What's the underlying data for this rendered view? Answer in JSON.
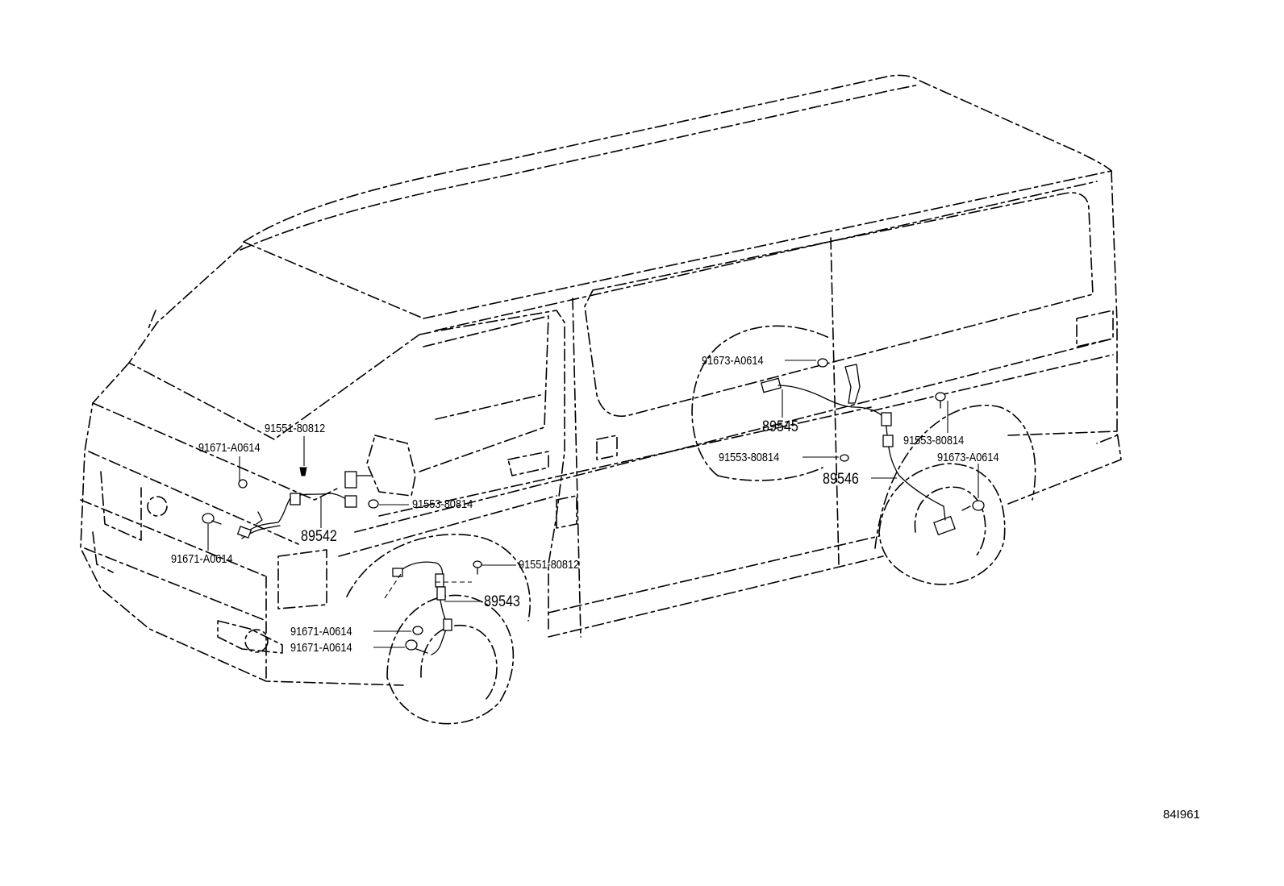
{
  "labels": {
    "l_91671_a": "91671-A0614",
    "l_91551_a": "91551-80812",
    "l_89542": "89542",
    "l_91553_a": "91553-80814",
    "l_91671_b": "91671-A0614",
    "l_91551_b": "91551-80812",
    "l_89543": "89543",
    "l_91671_c": "91671-A0614",
    "l_91671_d": "91671-A0614",
    "l_91673_a": "91673-A0614",
    "l_89545": "89545",
    "l_91553_b": "91553-80814",
    "l_91553_c": "91553-80814",
    "l_91673_b": "91673-A0614",
    "l_89546": "89546"
  },
  "diagram_code": "84I961"
}
